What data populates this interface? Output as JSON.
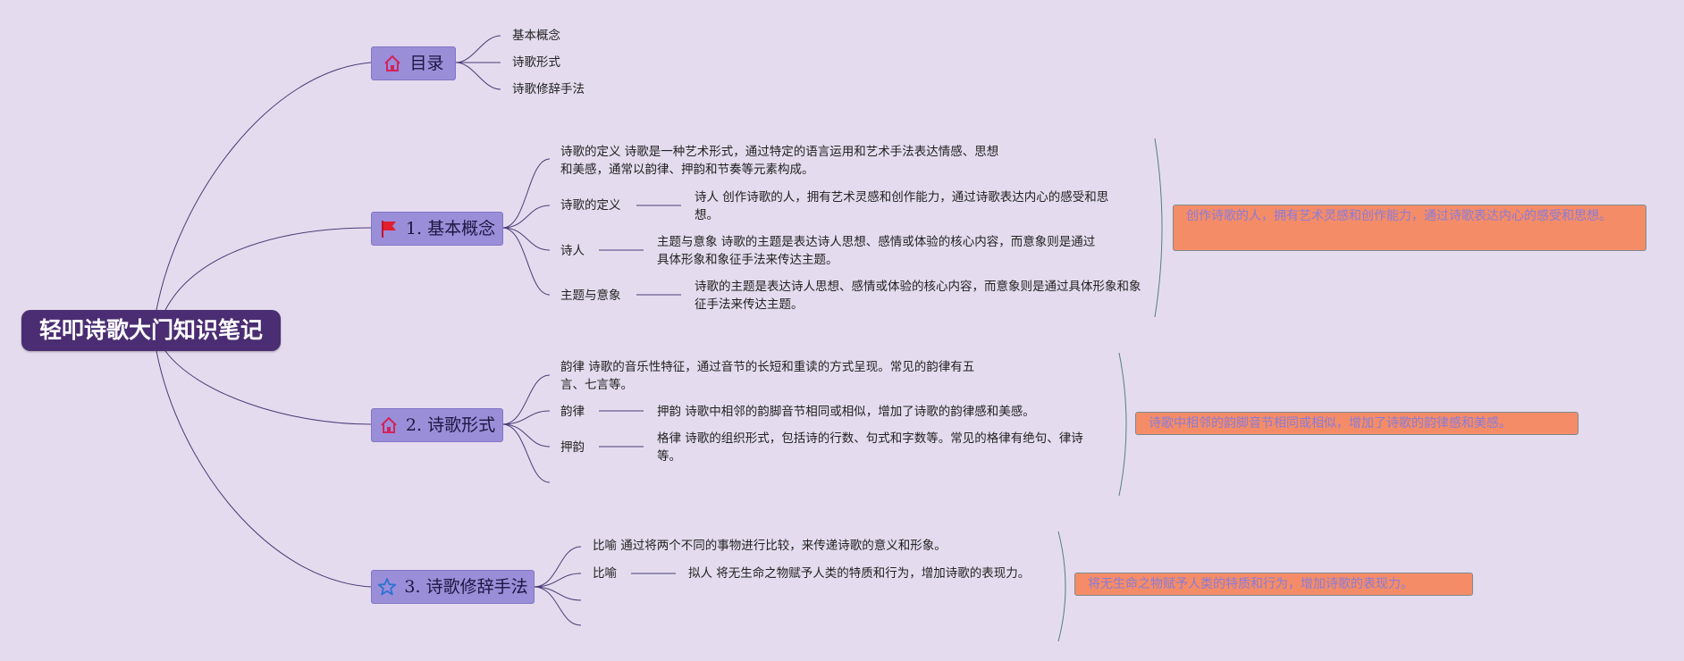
{
  "root": {
    "title": "轻叩诗歌大门知识笔记"
  },
  "toc": {
    "label": "目录",
    "icon": "house-icon",
    "items": [
      "基本概念",
      "诗歌形式",
      "诗歌修辞手法"
    ]
  },
  "basic": {
    "label": "1. 基本概念",
    "icon": "red-flag-icon",
    "def_full": "诗歌的定义 诗歌是一种艺术形式，通过特定的语言运用和艺术手法表达情感、思想和美感，通常以韵律、押韵和节奏等元素构成。",
    "def_label": "诗歌的定义",
    "def_next": "诗人 创作诗歌的人，拥有艺术灵感和创作能力，通过诗歌表达内心的感受和思想。",
    "poet_label": "诗人",
    "poet_next": "主题与意象 诗歌的主题是表达诗人思想、感情或体验的核心内容，而意象则是通过具体形象和象征手法来传达主题。",
    "theme_label": "主题与意象",
    "theme_next": "诗歌的主题是表达诗人思想、感情或体验的核心内容，而意象则是通过具体形象和象征手法来传达主题。",
    "note": "创作诗歌的人，拥有艺术灵感和创作能力，通过诗歌表达内心的感受和思想。"
  },
  "form": {
    "label": "2. 诗歌形式",
    "icon": "house-icon",
    "rhythm_full": "韵律 诗歌的音乐性特征，通过音节的长短和重读的方式呈现。常见的韵律有五言、七言等。",
    "rhythm_label": "韵律",
    "rhythm_next": "押韵 诗歌中相邻的韵脚音节相同或相似，增加了诗歌的韵律感和美感。",
    "rhyme_label": "押韵",
    "rhyme_next": "格律 诗歌的组织形式，包括诗的行数、句式和字数等。常见的格律有绝句、律诗等。",
    "note": "诗歌中相邻的韵脚音节相同或相似，增加了诗歌的韵律感和美感。"
  },
  "rhetoric": {
    "label": "3. 诗歌修辞手法",
    "icon": "star-icon",
    "metaphor_full": "比喻 通过将两个不同的事物进行比较，来传递诗歌的意义和形象。",
    "metaphor_label": "比喻",
    "metaphor_next": "拟人 将无生命之物赋予人类的特质和行为，增加诗歌的表现力。",
    "note": "将无生命之物赋予人类的特质和行为，增加诗歌的表现力。"
  },
  "colors": {
    "background": "#e4dcee",
    "root": "#4a2d72",
    "branch": "#9a8ed9",
    "note": "#f48c68",
    "note_text": "#8a7bd8",
    "line": "#4a3c78"
  }
}
